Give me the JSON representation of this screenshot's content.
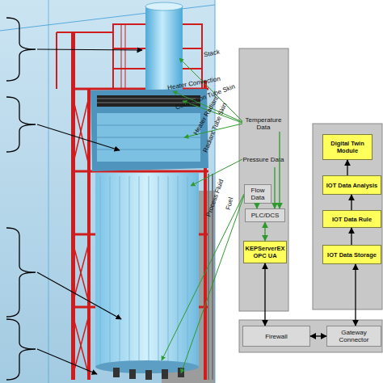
{
  "diagram": {
    "nodes": [
      {
        "text": [
          "Temperature Data"
        ]
      },
      {
        "text": [
          "Pressure Data"
        ]
      },
      {
        "text": [
          "Flow Data"
        ]
      },
      {
        "text": [
          "PLC/DCS"
        ]
      },
      {
        "text": [
          "KEPServerEX OPC UA"
        ]
      },
      {
        "text": [
          "Firewall"
        ]
      },
      {
        "text": [
          "Gateway Connector"
        ]
      },
      {
        "text": [
          "Digital Twin Module"
        ]
      },
      {
        "text": [
          "IOT Data Analysis"
        ]
      },
      {
        "text": [
          "IOT Data Rule"
        ]
      },
      {
        "text": [
          "IOT Data Storage"
        ]
      }
    ],
    "edges": [
      {
        "from": 0,
        "to": 3,
        "arrow": "to"
      },
      {
        "from": 1,
        "to": 3,
        "arrow": "to"
      },
      {
        "from": 2,
        "to": 3,
        "arrow": "to"
      },
      {
        "from": 3,
        "to": 4,
        "arrow": "both"
      },
      {
        "from": 4,
        "to": 5,
        "arrow": "both"
      },
      {
        "from": 5,
        "to": 6,
        "arrow": "both"
      },
      {
        "from": 6,
        "to": 10,
        "arrow": "both"
      },
      {
        "from": 10,
        "to": 9,
        "arrow": "to"
      },
      {
        "from": 9,
        "to": 8,
        "arrow": "to"
      },
      {
        "from": 8,
        "to": 7,
        "arrow": "to"
      }
    ],
    "labels": [
      "Stack",
      "Heater Convection",
      "Convection Tube Skin",
      "Heater Radiant",
      "Radiant Tube Skin",
      "Process Fluid",
      "Fuel"
    ]
  }
}
